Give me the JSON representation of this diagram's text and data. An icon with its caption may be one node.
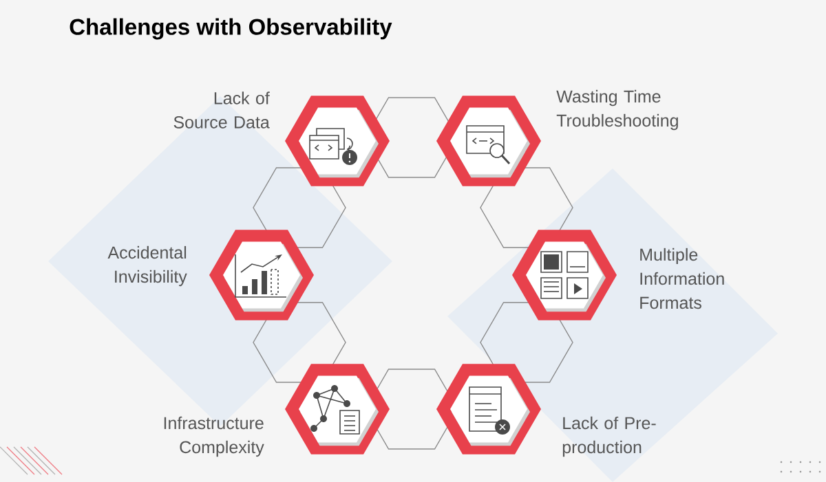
{
  "diagram": {
    "title": "Challenges with Observability",
    "nodes": [
      {
        "text": [],
        "shape": "hexagon",
        "beside": [
          "Lack of Source Data"
        ]
      },
      {
        "text": [],
        "shape": "hexagon",
        "beside": [
          "Wasting Time Troubleshooting"
        ]
      },
      {
        "text": [],
        "shape": "hexagon",
        "beside": [
          "Accidental Invisibility"
        ]
      },
      {
        "text": [],
        "shape": "hexagon",
        "beside": [
          "Multiple Information Formats"
        ]
      },
      {
        "text": [],
        "shape": "hexagon",
        "beside": [
          "Infrastructure Complexity"
        ]
      },
      {
        "text": [],
        "shape": "hexagon",
        "beside": [
          "Lack of Pre-production"
        ]
      }
    ]
  }
}
